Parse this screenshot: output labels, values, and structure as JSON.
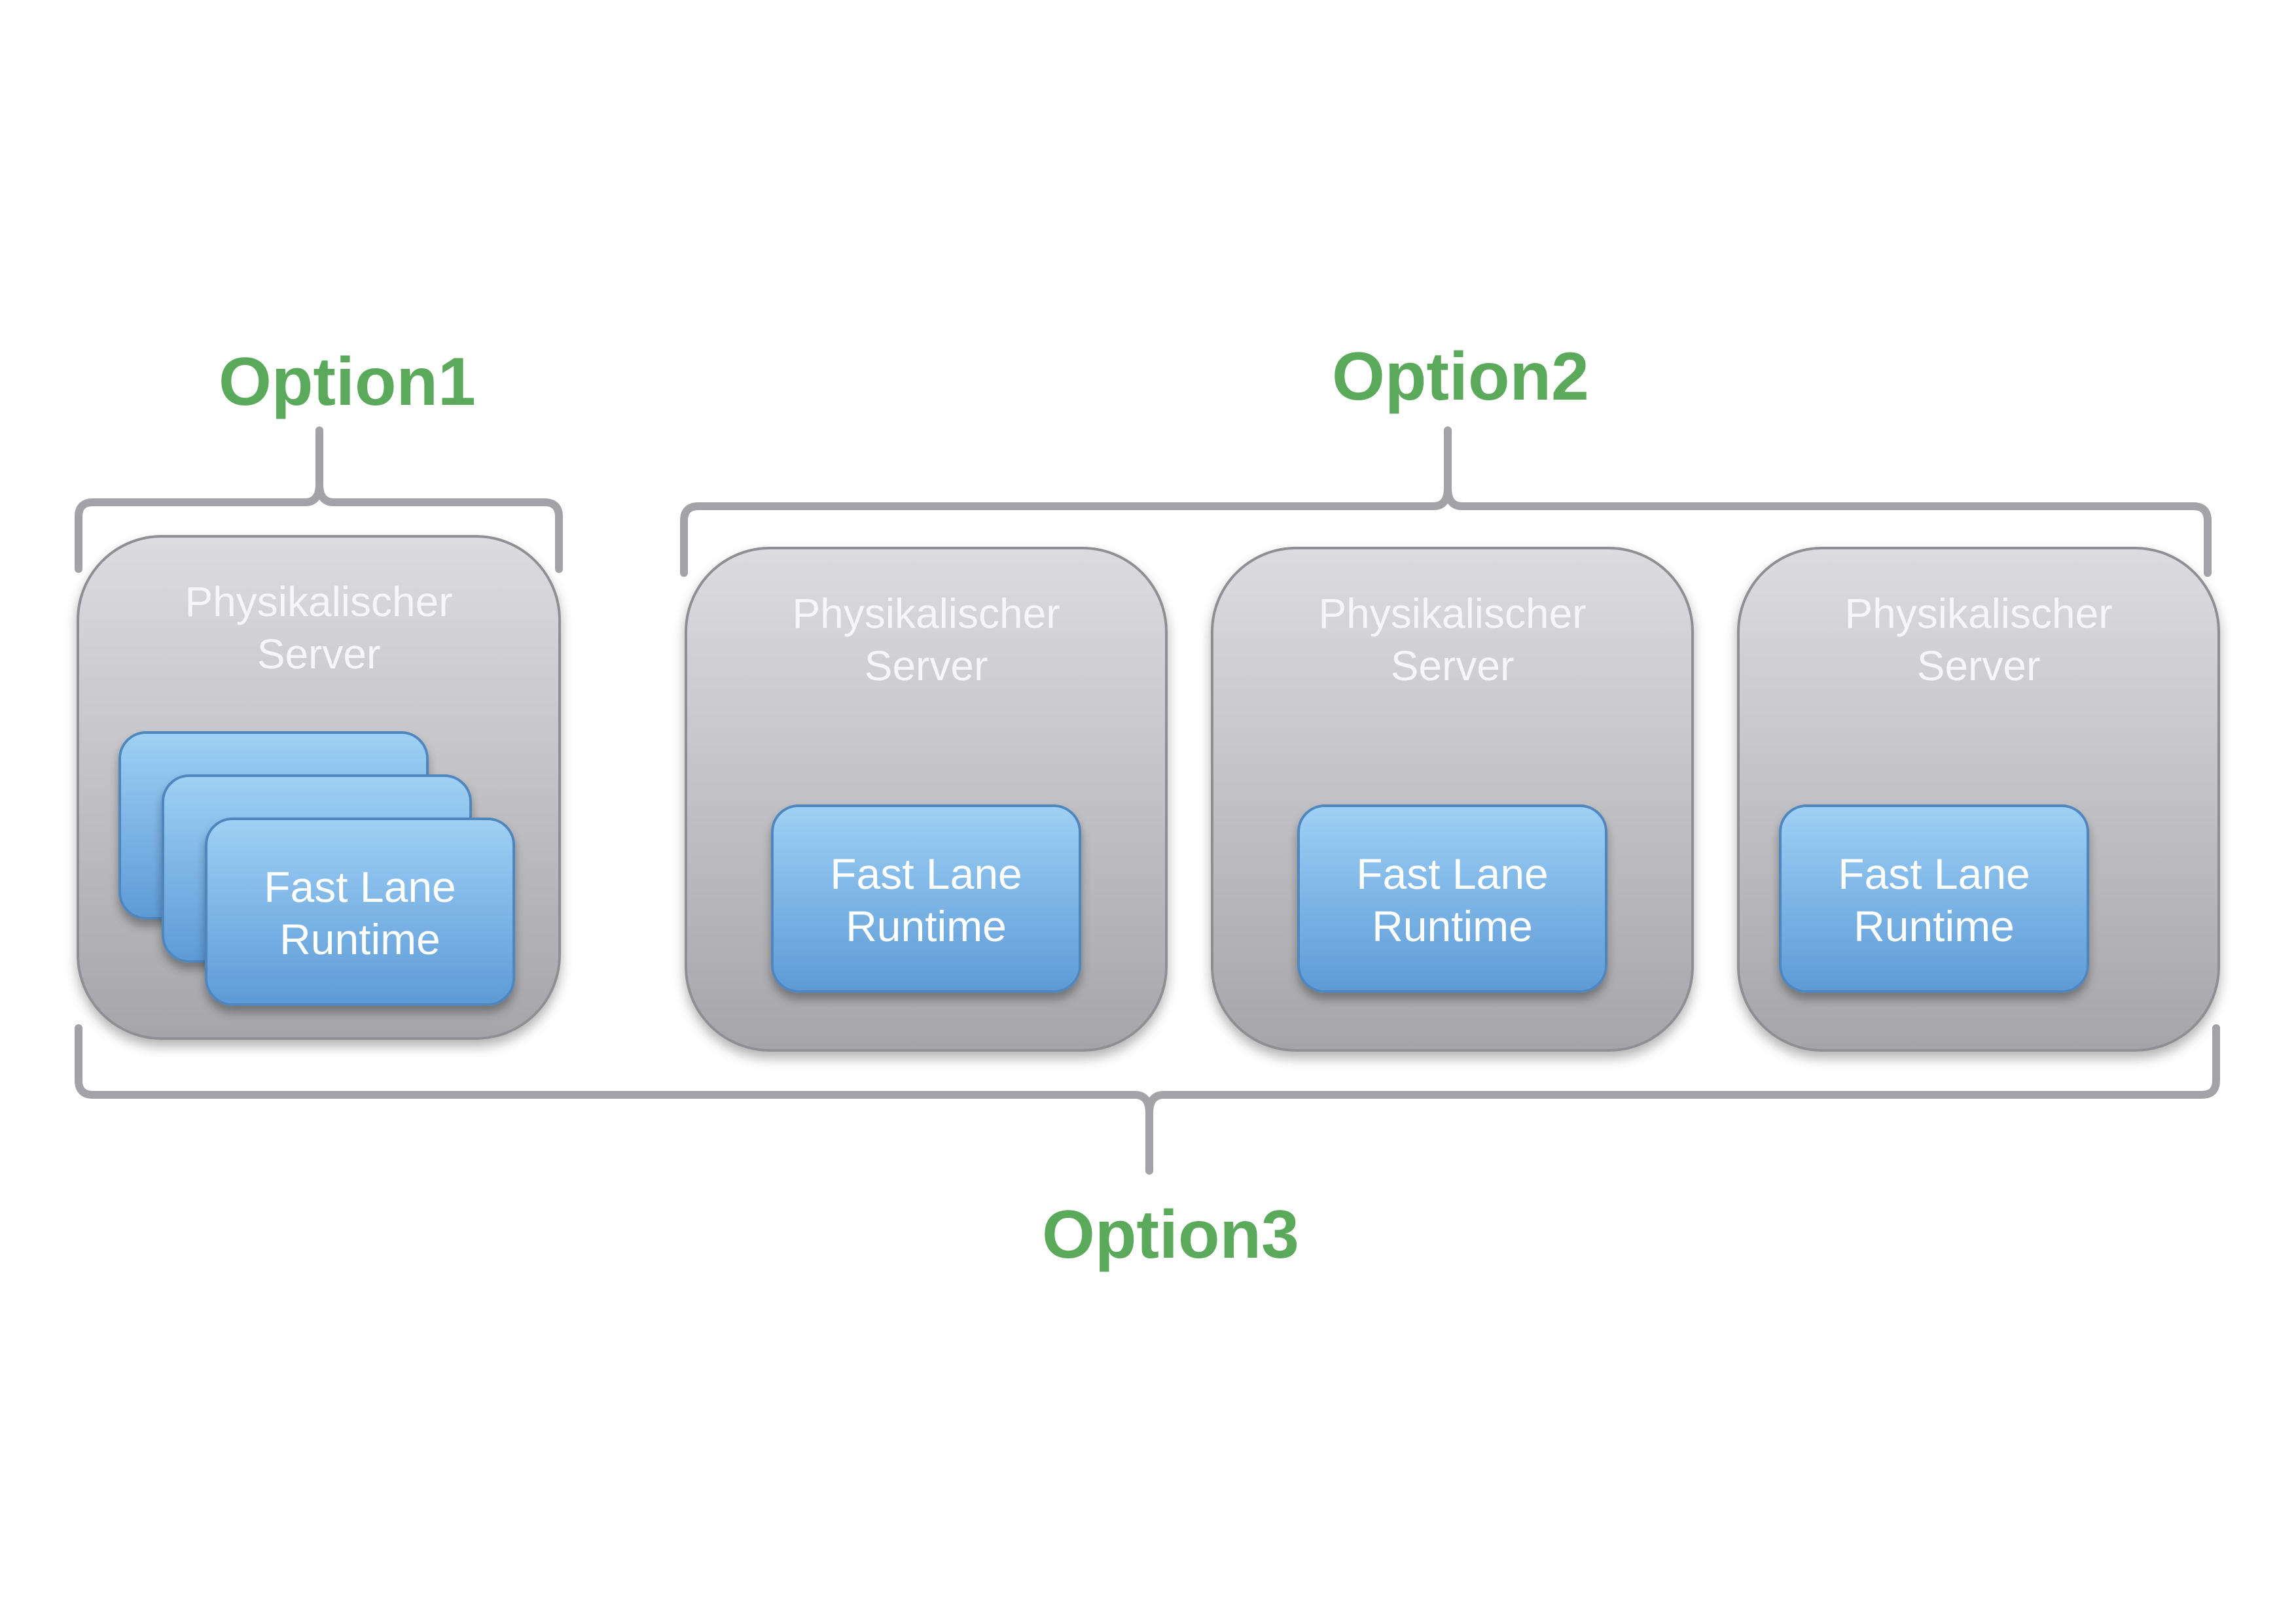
{
  "options": {
    "option1": "Option1",
    "option2": "Option2",
    "option3": "Option3"
  },
  "servers": [
    {
      "label": "Physikalischer\nServer",
      "runtime": "Fast Lane\nRuntime"
    },
    {
      "label": "Physikalischer\nServer",
      "runtime": "Fast Lane\nRuntime"
    },
    {
      "label": "Physikalischer\nServer",
      "runtime": "Fast Lane\nRuntime"
    },
    {
      "label": "Physikalischer\nServer",
      "runtime": "Fast Lane\nRuntime"
    }
  ],
  "colors": {
    "option_text": "#5ba95b",
    "brace": "#a3a3a7",
    "server_gray": "#c7c7cb",
    "runtime_blue": "#7db5e6"
  }
}
